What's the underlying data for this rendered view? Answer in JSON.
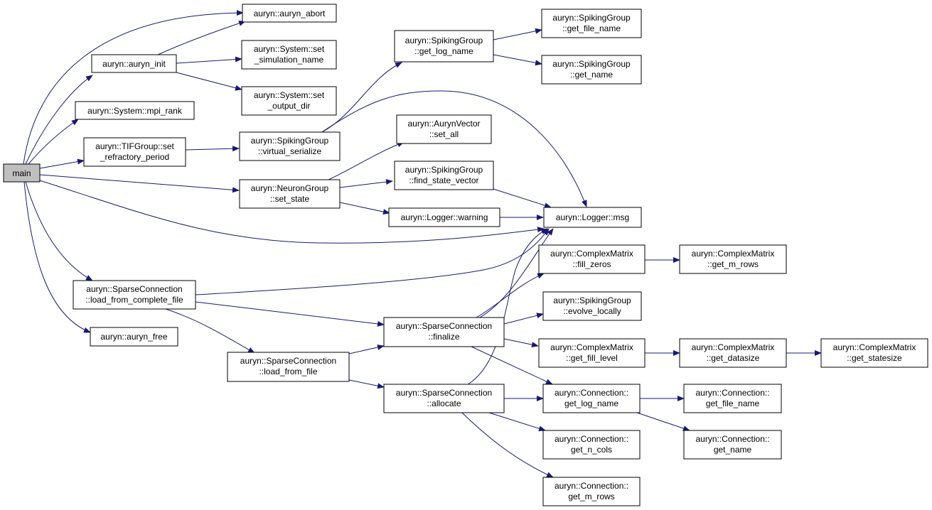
{
  "colors": {
    "edge": "#191970",
    "node_border": "#000000",
    "root_fill": "#bfbfbf",
    "node_fill": "#ffffff"
  },
  "nodes": {
    "main": [
      "main"
    ],
    "auryn_abort": [
      "auryn::auryn_abort"
    ],
    "auryn_init": [
      "auryn::auryn_init"
    ],
    "set_simulation_name": [
      "auryn::System::set",
      "_simulation_name"
    ],
    "set_output_dir": [
      "auryn::System::set",
      "_output_dir"
    ],
    "mpi_rank": [
      "auryn::System::mpi_rank"
    ],
    "set_refractory_period": [
      "auryn::TIFGroup::set",
      "_refractory_period"
    ],
    "virtual_serialize": [
      "auryn::SpikingGroup",
      "::virtual_serialize"
    ],
    "sg_get_log_name": [
      "auryn::SpikingGroup",
      "::get_log_name"
    ],
    "sg_get_file_name": [
      "auryn::SpikingGroup",
      "::get_file_name"
    ],
    "sg_get_name": [
      "auryn::SpikingGroup",
      "::get_name"
    ],
    "set_all": [
      "auryn::AurynVector",
      "::set_all"
    ],
    "set_state": [
      "auryn::NeuronGroup",
      "::set_state"
    ],
    "find_state_vector": [
      "auryn::SpikingGroup",
      "::find_state_vector"
    ],
    "warning": [
      "auryn::Logger::warning"
    ],
    "msg": [
      "auryn::Logger::msg"
    ],
    "fill_zeros": [
      "auryn::ComplexMatrix",
      "::fill_zeros"
    ],
    "cm_get_m_rows": [
      "auryn::ComplexMatrix",
      "::get_m_rows"
    ],
    "load_from_complete_file": [
      "auryn::SparseConnection",
      "::load_from_complete_file"
    ],
    "evolve_locally": [
      "auryn::SpikingGroup",
      "::evolve_locally"
    ],
    "auryn_free": [
      "auryn::auryn_free"
    ],
    "finalize": [
      "auryn::SparseConnection",
      "::finalize"
    ],
    "get_fill_level": [
      "auryn::ComplexMatrix",
      "::get_fill_level"
    ],
    "get_datasize": [
      "auryn::ComplexMatrix",
      "::get_datasize"
    ],
    "get_statesize": [
      "auryn::ComplexMatrix",
      "::get_statesize"
    ],
    "load_from_file": [
      "auryn::SparseConnection",
      "::load_from_file"
    ],
    "allocate": [
      "auryn::SparseConnection",
      "::allocate"
    ],
    "conn_get_log_name": [
      "auryn::Connection::",
      "get_log_name"
    ],
    "conn_get_file_name": [
      "auryn::Connection::",
      "get_file_name"
    ],
    "conn_get_n_cols": [
      "auryn::Connection::",
      "get_n_cols"
    ],
    "conn_get_name": [
      "auryn::Connection::",
      "get_name"
    ],
    "conn_get_m_rows": [
      "auryn::Connection::",
      "get_m_rows"
    ]
  }
}
